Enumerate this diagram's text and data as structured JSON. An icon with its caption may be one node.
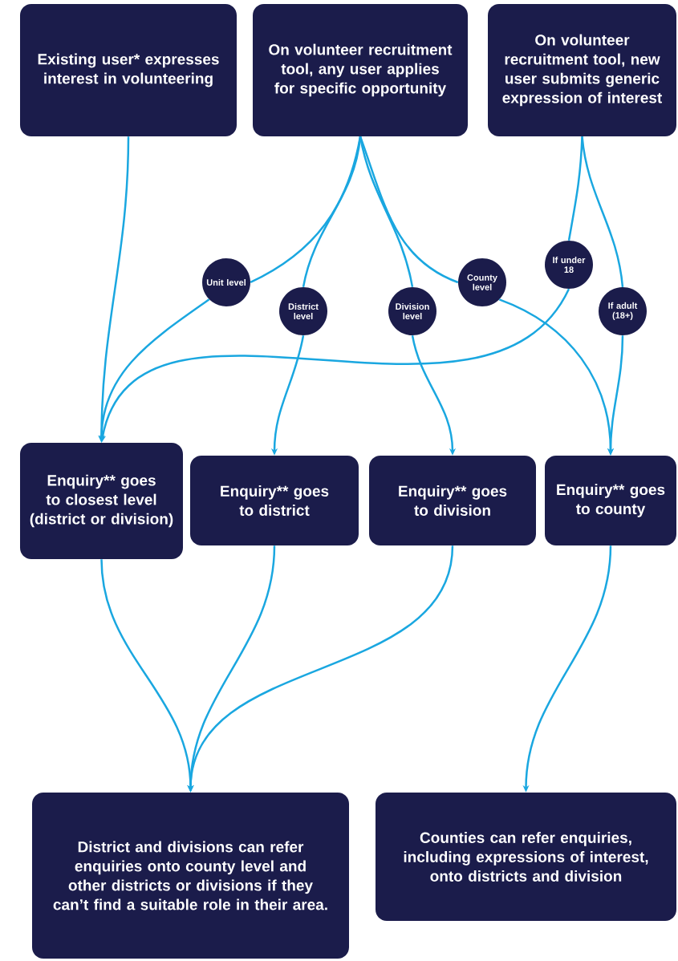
{
  "diagram": {
    "nodes": [
      {
        "text": [
          "Existing user* expresses interest in volunteering"
        ]
      },
      {
        "text": [
          "On volunteer recruitment tool, any user applies for specific opportunity"
        ]
      },
      {
        "text": [
          "On volunteer recruitment tool, new user submits generic expression of interest"
        ]
      },
      {
        "text": [
          "Unit level"
        ]
      },
      {
        "text": [
          "District level"
        ]
      },
      {
        "text": [
          "Division level"
        ]
      },
      {
        "text": [
          "County level"
        ]
      },
      {
        "text": [
          "If under 18"
        ]
      },
      {
        "text": [
          "If adult (18+)"
        ]
      },
      {
        "text": [
          "Enquiry** goes to closest level (district or division)"
        ]
      },
      {
        "text": [
          "Enquiry** goes to district"
        ]
      },
      {
        "text": [
          "Enquiry** goes to division"
        ]
      },
      {
        "text": [
          "Enquiry** goes to county"
        ]
      },
      {
        "text": [
          "District and divisions can refer enquiries onto county level and other districts or divisions if they can’t find a suitable role in their area."
        ]
      },
      {
        "text": [
          "Counties can refer enquiries, including expressions of interest, onto districts and division"
        ]
      }
    ],
    "edges": [
      {
        "from": 0,
        "to": 9,
        "arrow": "to"
      },
      {
        "from": 1,
        "to": 3,
        "arrow": "none"
      },
      {
        "from": 3,
        "to": 9,
        "arrow": "to"
      },
      {
        "from": 1,
        "to": 4,
        "arrow": "none"
      },
      {
        "from": 4,
        "to": 10,
        "arrow": "to"
      },
      {
        "from": 1,
        "to": 5,
        "arrow": "none"
      },
      {
        "from": 5,
        "to": 11,
        "arrow": "to"
      },
      {
        "from": 1,
        "to": 6,
        "arrow": "none"
      },
      {
        "from": 6,
        "to": 12,
        "arrow": "to"
      },
      {
        "from": 2,
        "to": 7,
        "arrow": "none"
      },
      {
        "from": 7,
        "to": 9,
        "arrow": "to"
      },
      {
        "from": 2,
        "to": 8,
        "arrow": "none"
      },
      {
        "from": 8,
        "to": 12,
        "arrow": "to"
      },
      {
        "from": 9,
        "to": 13,
        "arrow": "to"
      },
      {
        "from": 10,
        "to": 13,
        "arrow": "to"
      },
      {
        "from": 11,
        "to": 13,
        "arrow": "to"
      },
      {
        "from": 12,
        "to": 14,
        "arrow": "to"
      }
    ]
  }
}
